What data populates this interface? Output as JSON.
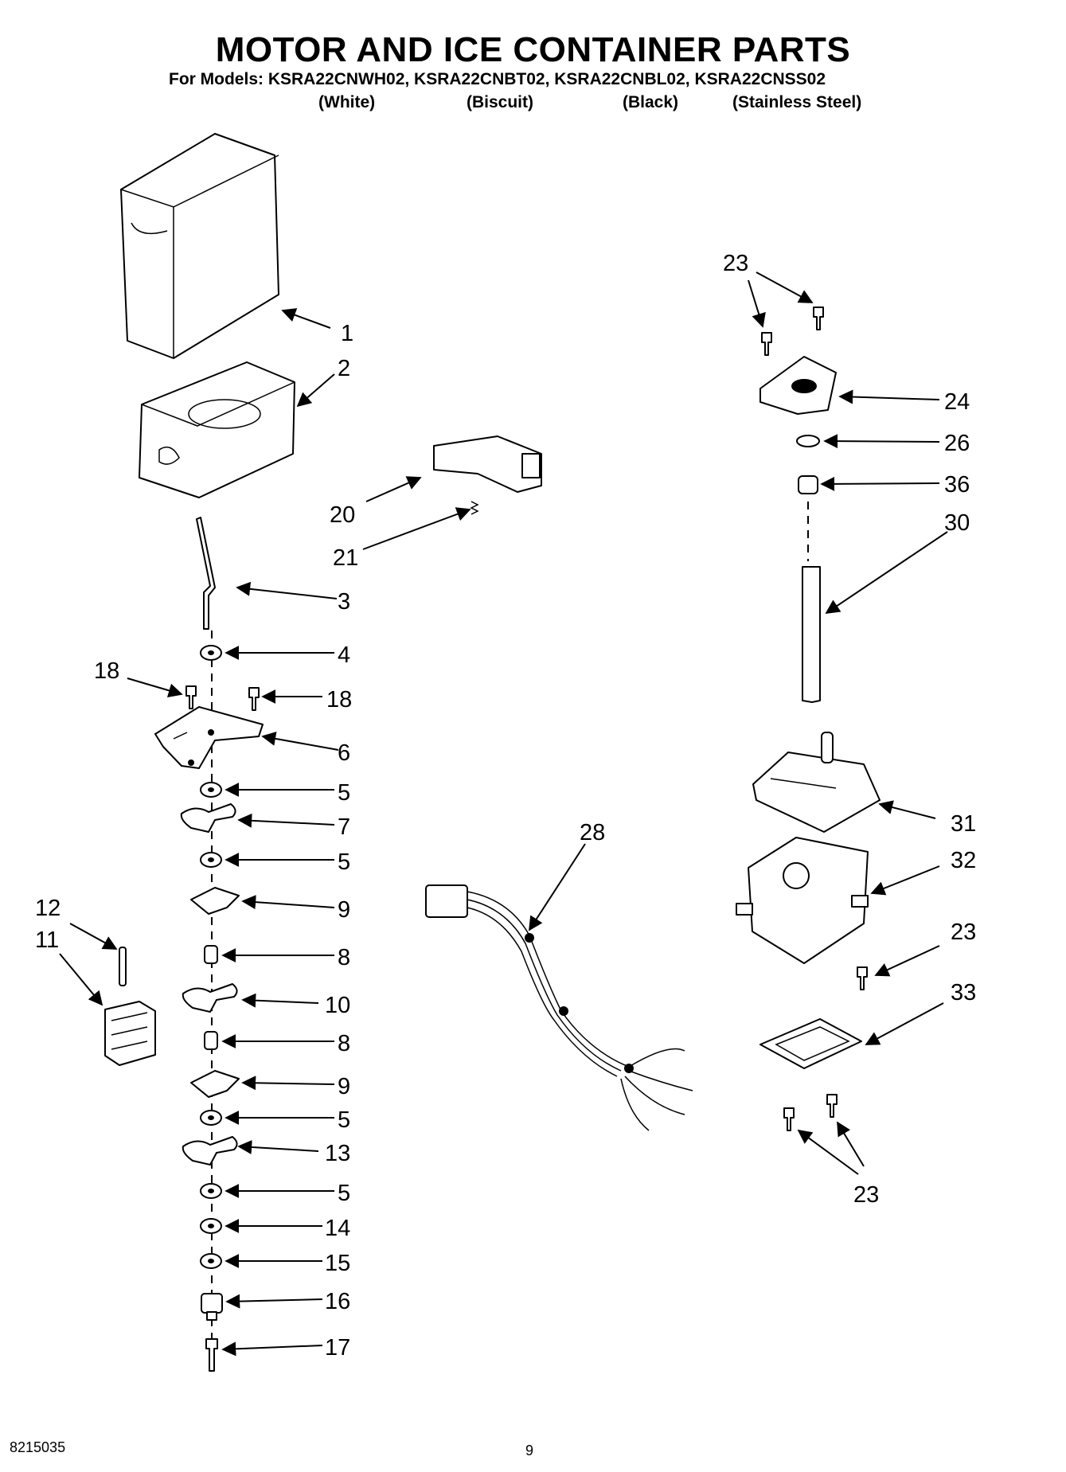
{
  "header": {
    "title": "MOTOR AND ICE CONTAINER PARTS",
    "models_line": "For Models: KSRA22CNWH02, KSRA22CNBT02, KSRA22CNBL02, KSRA22CNSS02",
    "variants": [
      "(White)",
      "(Biscuit)",
      "(Black)",
      "(Stainless Steel)"
    ]
  },
  "callouts": {
    "c1": "1",
    "c2": "2",
    "c3": "3",
    "c4": "4",
    "c5a": "5",
    "c5b": "5",
    "c5c": "5",
    "c5d": "5",
    "c6": "6",
    "c7": "7",
    "c8a": "8",
    "c8b": "8",
    "c9a": "9",
    "c9b": "9",
    "c10": "10",
    "c11": "11",
    "c12": "12",
    "c13": "13",
    "c14": "14",
    "c15": "15",
    "c16": "16",
    "c17": "17",
    "c18a": "18",
    "c18b": "18",
    "c20": "20",
    "c21": "21",
    "c23a": "23",
    "c23b": "23",
    "c23c": "23",
    "c24": "24",
    "c26": "26",
    "c28": "28",
    "c30": "30",
    "c31": "31",
    "c32": "32",
    "c33": "33",
    "c36": "36"
  },
  "footer": {
    "doc_number": "8215035",
    "page_number": "9"
  }
}
